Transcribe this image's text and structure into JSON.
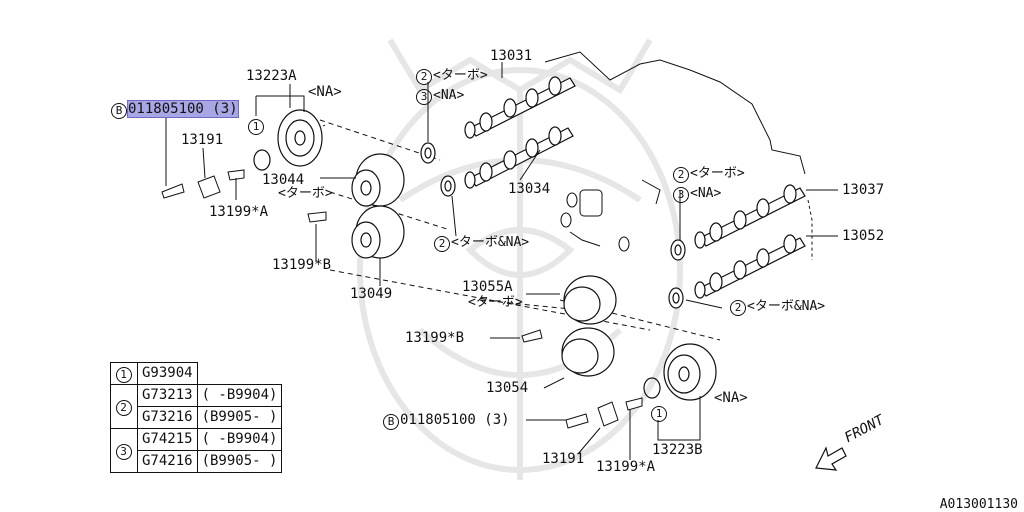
{
  "parts": {
    "p13223A": "13223A",
    "na_top": "<NA>",
    "bolt_top": "011805100 (3)",
    "p13191_top": "13191",
    "p13044": "13044",
    "turbo_13044": "<ターボ>",
    "p13199A_top": "13199*A",
    "p13199B_left": "13199*B",
    "p13049": "13049",
    "turbo_c2_top": "<ターボ>",
    "na_c3_top": "<NA>",
    "p13031": "13031",
    "p13034": "13034",
    "turbo_na_c2_mid": "<ターボ&NA>",
    "p13055A": "13055A",
    "turbo_13055A": "<ターボ>",
    "p13199B_mid": "13199*B",
    "p13054": "13054",
    "bolt_bottom": "011805100 (3)",
    "p13191_bottom": "13191",
    "p13199A_bottom": "13199*A",
    "p13223B": "13223B",
    "na_bottom": "<NA>",
    "turbo_c2_right": "<ターボ>",
    "na_c3_right": "<NA>",
    "p13037": "13037",
    "p13052": "13052",
    "turbo_na_c2_right": "<ターボ&NA>"
  },
  "callouts": {
    "one": "1",
    "two": "2",
    "three": "3",
    "b": "B"
  },
  "table": {
    "rows": [
      {
        "ref": "1",
        "part": "G93904",
        "range": ""
      },
      {
        "ref": "2",
        "part": "G73213",
        "range": "( -B9904)"
      },
      {
        "ref": "",
        "part": "G73216",
        "range": "(B9905- )"
      },
      {
        "ref": "3",
        "part": "G74215",
        "range": "( -B9904)"
      },
      {
        "ref": "",
        "part": "G74216",
        "range": "(B9905- )"
      }
    ]
  },
  "front": "FRONT",
  "figure_code": "A013001130",
  "colors": {
    "highlight": "#a9a6e6",
    "line": "#111111",
    "watermark": "#e6e6e6"
  }
}
